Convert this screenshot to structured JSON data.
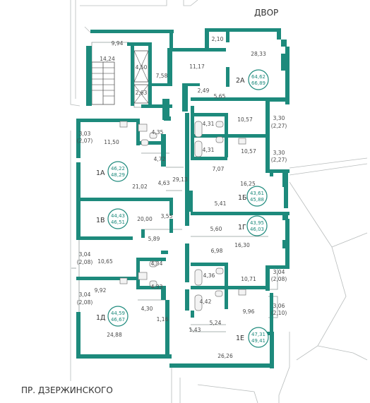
{
  "labels": {
    "yard": "ДВОР",
    "street": "ПР. ДЗЕРЖИНСКОГО"
  },
  "colors": {
    "wall": "#1d8a7c",
    "text": "#4a4a4a"
  },
  "apartments": [
    {
      "code": "2А",
      "area_total": "64,62",
      "area_full": "66,89"
    },
    {
      "code": "1А",
      "area_total": "46,22",
      "area_full": "48,29"
    },
    {
      "code": "1Б",
      "area_total": "43,61",
      "area_full": "45,88"
    },
    {
      "code": "1В",
      "area_total": "44,43",
      "area_full": "46,51"
    },
    {
      "code": "1Г",
      "area_total": "43,95",
      "area_full": "46,03"
    },
    {
      "code": "1Д",
      "area_total": "44,59",
      "area_full": "46,67"
    },
    {
      "code": "1Е",
      "area_total": "47,31",
      "area_full": "49,41"
    }
  ],
  "rooms": [
    "9,94",
    "14,24",
    "4,50",
    "2,63",
    "7,58",
    "11,17",
    "2,10",
    "28,33",
    "2,49",
    "5,65",
    "4,35",
    "11,50",
    "3,03",
    "(2,07)",
    "4,31",
    "10,57",
    "3,30",
    "(2,27)",
    "4,31",
    "10,57",
    "3,30",
    "(2,27)",
    "4,72",
    "7,07",
    "21,02",
    "4,63",
    "29,13",
    "16,25",
    "5,41",
    "20,00",
    "3,55",
    "5,60",
    "16,30",
    "5,89",
    "6,98",
    "3,04",
    "(2,08)",
    "10,65",
    "4,34",
    "4,36",
    "10,71",
    "3,04",
    "(2,08)",
    "9,92",
    "4,33",
    "4,42",
    "3,04",
    "(2,08)",
    "3,06",
    "(2,10)",
    "4,30",
    "9,96",
    "1,16",
    "5,24",
    "1,43",
    "24,88",
    "26,26"
  ]
}
